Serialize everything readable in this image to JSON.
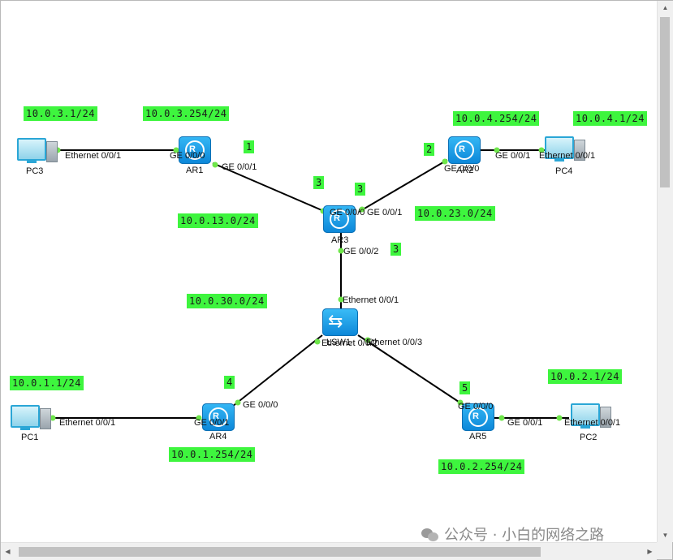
{
  "devices": {
    "pc3": "PC3",
    "ar1": "AR1",
    "ar2": "AR2",
    "pc4": "PC4",
    "ar3": "AR3",
    "lsw1": "LSW1",
    "pc1": "PC1",
    "ar4": "AR4",
    "ar5": "AR5",
    "pc2": "PC2"
  },
  "ports": {
    "pc3_eth": "Ethernet 0/0/1",
    "ar1_ge000": "GE 0/0/0",
    "ar1_ge001": "GE 0/0/1",
    "ar2_ge000": "GE 0/0/0",
    "ar2_ge001": "GE 0/0/1",
    "pc4_eth": "Ethernet 0/0/1",
    "ar3_ge000": "GE 0/0/0",
    "ar3_ge001": "GE 0/0/1",
    "ar3_ge002": "GE 0/0/2",
    "lsw_eth001": "Ethernet 0/0/1",
    "lsw_eth002": "Ethernet 0/0/2",
    "lsw_eth003": "Ethernet 0/0/3",
    "ar4_ge000": "GE 0/0/0",
    "ar4_ge001": "GE 0/0/1",
    "pc1_eth": "Ethernet 0/0/1",
    "ar5_ge000": "GE 0/0/0",
    "ar5_ge001": "GE 0/0/1",
    "pc2_eth": "Ethernet 0/0/1"
  },
  "networks": {
    "pc3_ip": "10.0.3.1/24",
    "ar1_lan": "10.0.3.254/24",
    "ar2_lan": "10.0.4.254/24",
    "pc4_ip": "10.0.4.1/24",
    "net13": "10.0.13.0/24",
    "net23": "10.0.23.0/24",
    "net30": "10.0.30.0/24",
    "pc1_ip": "10.0.1.1/24",
    "ar4_lan": "10.0.1.254/24",
    "pc2_ip": "10.0.2.1/24",
    "ar5_lan": "10.0.2.254/24"
  },
  "numbers": {
    "ar1_num": "1",
    "ar2_num": "2",
    "ar3_num_a": "3",
    "ar3_num_b": "3",
    "ar3_num_c": "3",
    "ar4_num": "4",
    "ar5_num": "5"
  },
  "watermark": {
    "text": "公众号 · 小白的网络之路"
  },
  "colors": {
    "label_bg": "#3ef53e",
    "port_dot": "#6ee64a",
    "device_blue": "#0b86d8"
  },
  "icons": {
    "router": "router-icon",
    "switch": "switch-icon",
    "pc": "pc-icon"
  }
}
